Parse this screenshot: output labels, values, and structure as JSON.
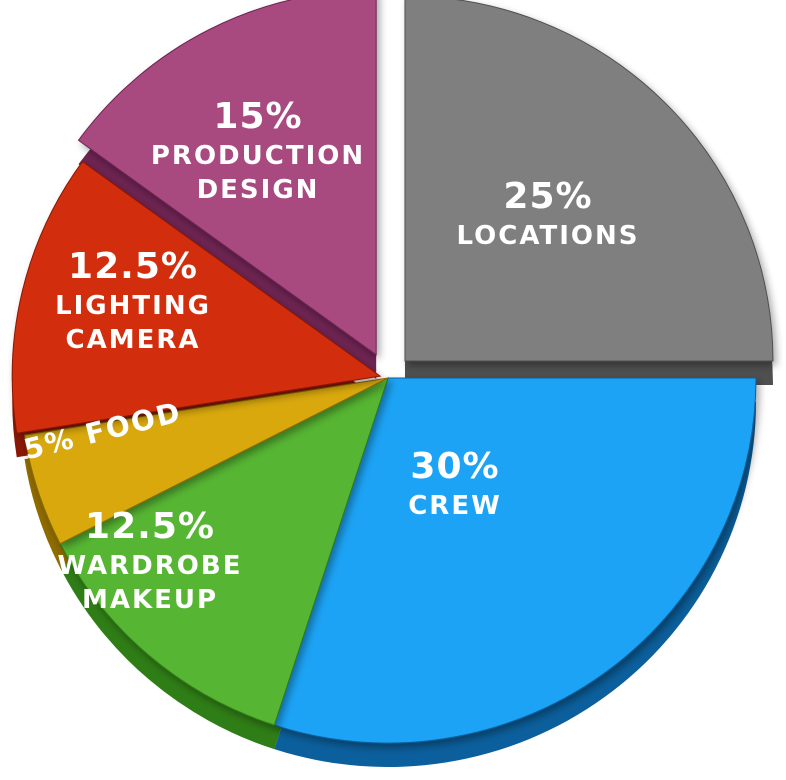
{
  "chart_data": {
    "type": "pie",
    "title": "",
    "slices": [
      {
        "pct_label": "25%",
        "name_lines": [
          "LOCATIONS"
        ],
        "value": 25,
        "color": "#7f7f7f",
        "dark": "#4f4f4f"
      },
      {
        "pct_label": "30%",
        "name_lines": [
          "CREW"
        ],
        "value": 30,
        "color": "#1aa3f5",
        "dark": "#0b5f9c"
      },
      {
        "pct_label": "12.5%",
        "name_lines": [
          "WARDROBE",
          "MAKEUP"
        ],
        "value": 12.5,
        "color": "#57b531",
        "dark": "#2f7d16"
      },
      {
        "pct_label": "5%",
        "name_lines": [
          "FOOD"
        ],
        "value": 5,
        "color": "#d9a80a",
        "dark": "#8f6b00"
      },
      {
        "pct_label": "12.5%",
        "name_lines": [
          "LIGHTING",
          "CAMERA"
        ],
        "value": 12.5,
        "color": "#d22f0e",
        "dark": "#8a1705"
      },
      {
        "pct_label": "15%",
        "name_lines": [
          "PRODUCTION",
          "DESIGN"
        ],
        "value": 15,
        "color": "#a84a80",
        "dark": "#6e2452"
      }
    ]
  }
}
